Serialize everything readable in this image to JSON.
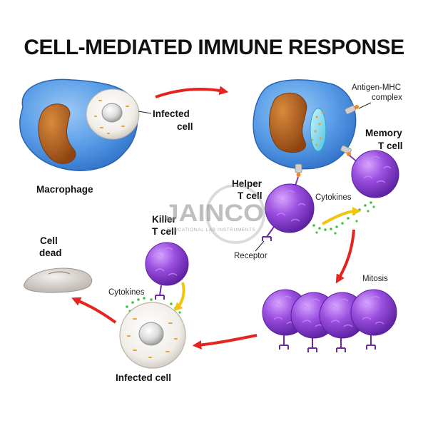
{
  "title": "CELL-MEDIATED IMMUNE RESPONSE",
  "labels": {
    "infected_cell_top": [
      "Infected",
      "cell"
    ],
    "macrophage": "Macrophage",
    "antigen_mhc": [
      "Antigen-MHC",
      "complex"
    ],
    "memory_t_cell": [
      "Memory",
      "T cell"
    ],
    "helper_t_cell": [
      "Helper",
      "T cell"
    ],
    "cytokines_right": "Cytokines",
    "receptor": "Receptor",
    "killer_t_cell": [
      "Killer",
      "T cell"
    ],
    "cell_dead": [
      "Cell",
      "dead"
    ],
    "cytokines_left": "Cytokines",
    "mitosis": "Mitosis",
    "infected_cell_bottom": "Infected cell"
  },
  "watermark": {
    "brand": "JAINCO",
    "tagline": "EDUCATIONAL LAB INSTRUMENTS",
    "registered": "®"
  },
  "colors": {
    "macrophage_membrane": "#4a90e2",
    "macrophage_nucleus": "#b8621b",
    "t_cell": "#8a3fd1",
    "infected_cell": "#efece6",
    "arrow_red": "#e52420",
    "arrow_yellow": "#f1c40f",
    "cytokine_dots": "#3ec43e"
  }
}
